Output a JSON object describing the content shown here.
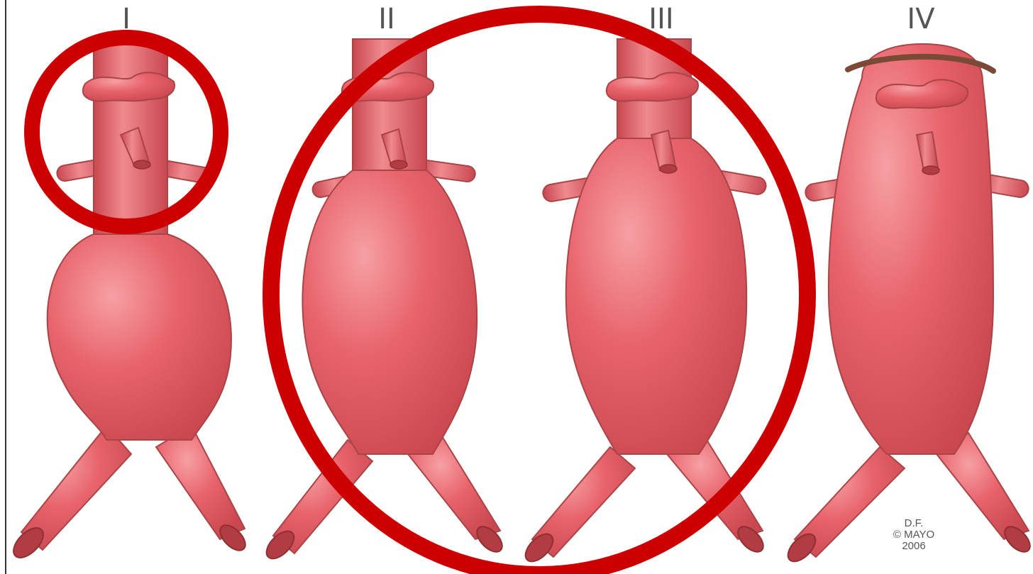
{
  "figure": {
    "panels": [
      {
        "label": "I"
      },
      {
        "label": "II"
      },
      {
        "label": "III"
      },
      {
        "label": "IV"
      }
    ],
    "credit": {
      "line1": "D.F.",
      "line2": "© MAYO",
      "line3": "2006"
    },
    "colors": {
      "aorta": "#e8636b",
      "aorta_outline": "#a94447",
      "highlight_circle": "#cc0000",
      "collar": "#7a4a36"
    }
  }
}
